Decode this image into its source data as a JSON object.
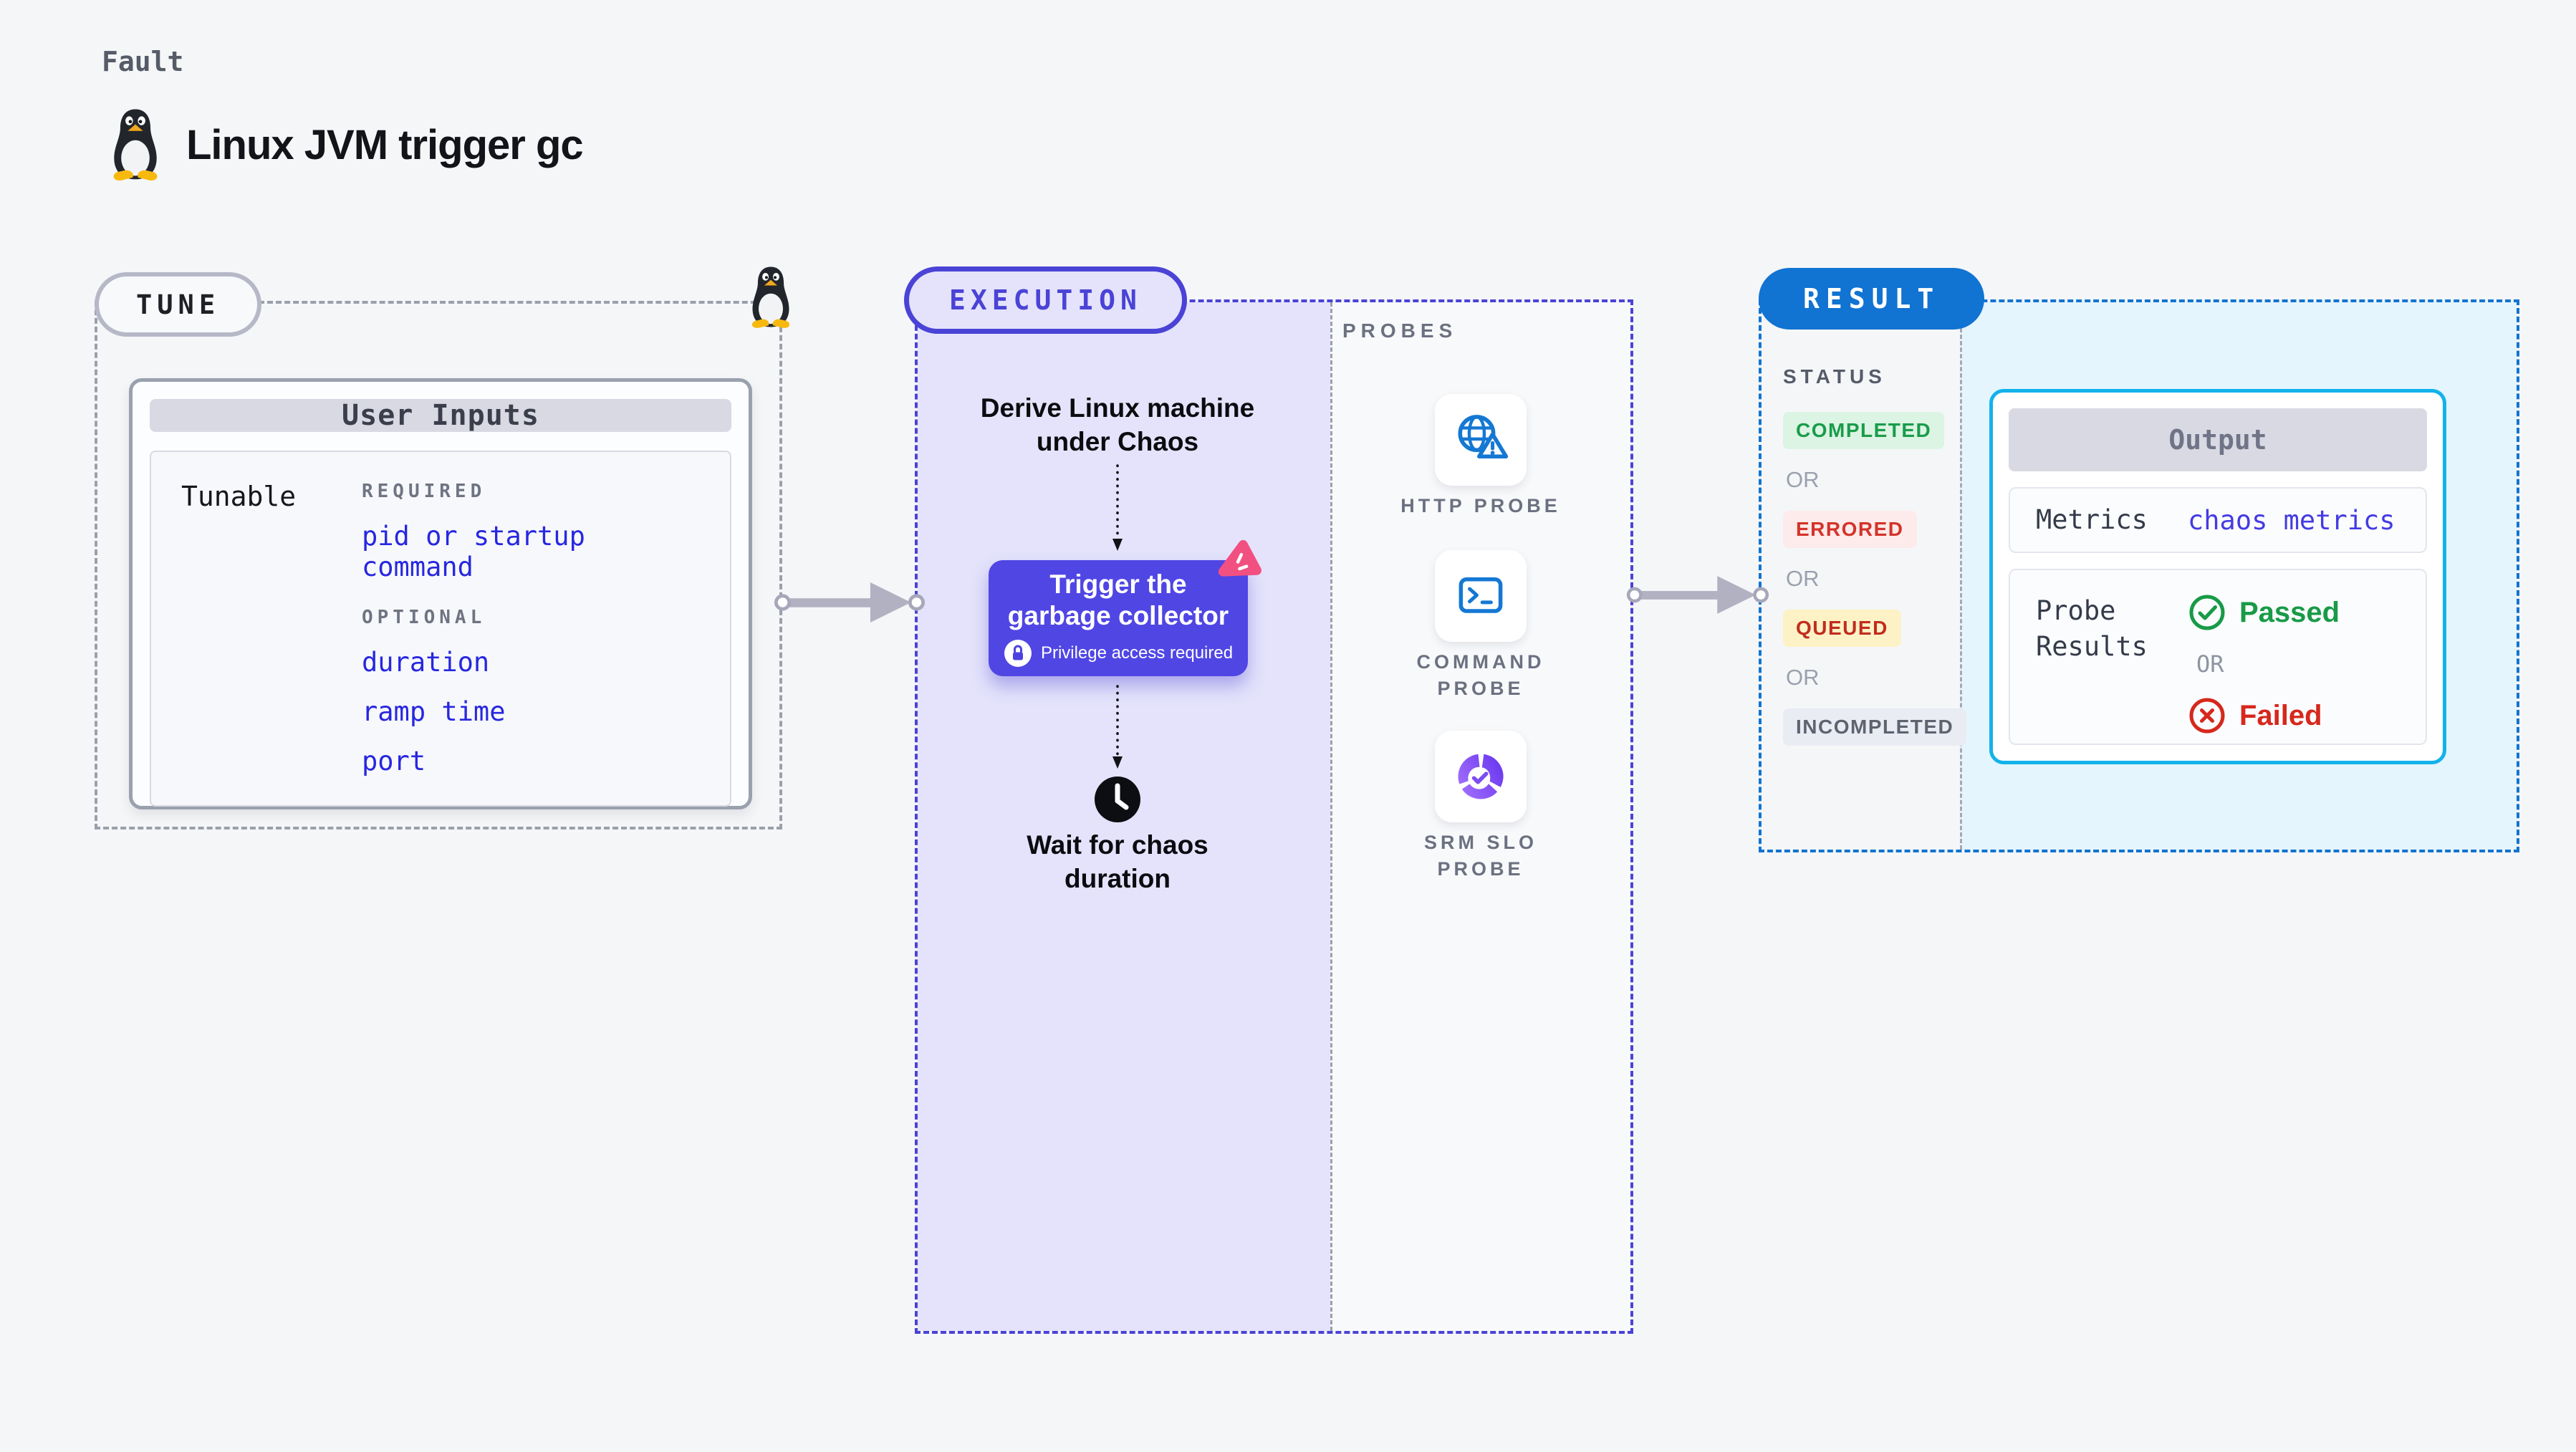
{
  "header": {
    "kicker": "Fault",
    "title": "Linux JVM trigger gc",
    "icon": "linux-penguin-icon"
  },
  "tune": {
    "label": "TUNE",
    "card_title": "User Inputs",
    "row_label": "Tunable",
    "required_label": "REQUIRED",
    "required_items": [
      "pid or startup command"
    ],
    "optional_label": "OPTIONAL",
    "optional_items": [
      "duration",
      "ramp time",
      "port"
    ]
  },
  "execution": {
    "label": "EXECUTION",
    "step1": "Derive Linux machine under Chaos",
    "action": {
      "title": "Trigger the garbage collector",
      "note": "Privilege access required",
      "badge_icon": "chaos-logo-icon",
      "note_icon": "lock-icon"
    },
    "step3": "Wait for chaos duration",
    "step3_icon": "clock-icon"
  },
  "probes": {
    "label": "PROBES",
    "items": [
      {
        "label": "HTTP PROBE",
        "icon": "globe-alert-icon"
      },
      {
        "label": "COMMAND PROBE",
        "icon": "terminal-icon"
      },
      {
        "label": "SRM SLO PROBE",
        "icon": "slo-donut-icon"
      }
    ]
  },
  "result": {
    "label": "RESULT",
    "status_label": "STATUS",
    "or_label": "OR",
    "statuses": [
      {
        "label": "COMPLETED",
        "fg": "#1a9c4b",
        "bg": "#dcf4e3"
      },
      {
        "label": "ERRORED",
        "fg": "#d4332a",
        "bg": "#fcebea"
      },
      {
        "label": "QUEUED",
        "fg": "#c02d1f",
        "bg": "#fdf2c5"
      },
      {
        "label": "INCOMPLETED",
        "fg": "#5d6470",
        "bg": "#eaecf3"
      }
    ],
    "output": {
      "title": "Output",
      "rows": [
        {
          "label": "Metrics",
          "value": "chaos metrics"
        },
        {
          "label": "Probe Results",
          "passed": "Passed",
          "or": "OR",
          "failed": "Failed"
        }
      ],
      "passed_icon": "check-circle-icon",
      "failed_icon": "x-circle-icon"
    }
  },
  "colors": {
    "page_bg": "#f5f6f8",
    "execution_accent": "#4a43d6",
    "execution_fill": "#e4e3fb",
    "trigger_button": "#5046e4",
    "chaos_logo_pink": "#f25081",
    "result_accent": "#1173d2",
    "result_fill": "#e4f5fd",
    "output_border": "#12b2ea",
    "link_blue": "#2727e0",
    "probe_icon_blue": "#1478d3",
    "slo_purple": "#7c4df2",
    "passed_green": "#189a47",
    "failed_red": "#d6281c",
    "arrow_gray": "#b1b1c2",
    "dashed_gray": "#9aa0ab"
  }
}
